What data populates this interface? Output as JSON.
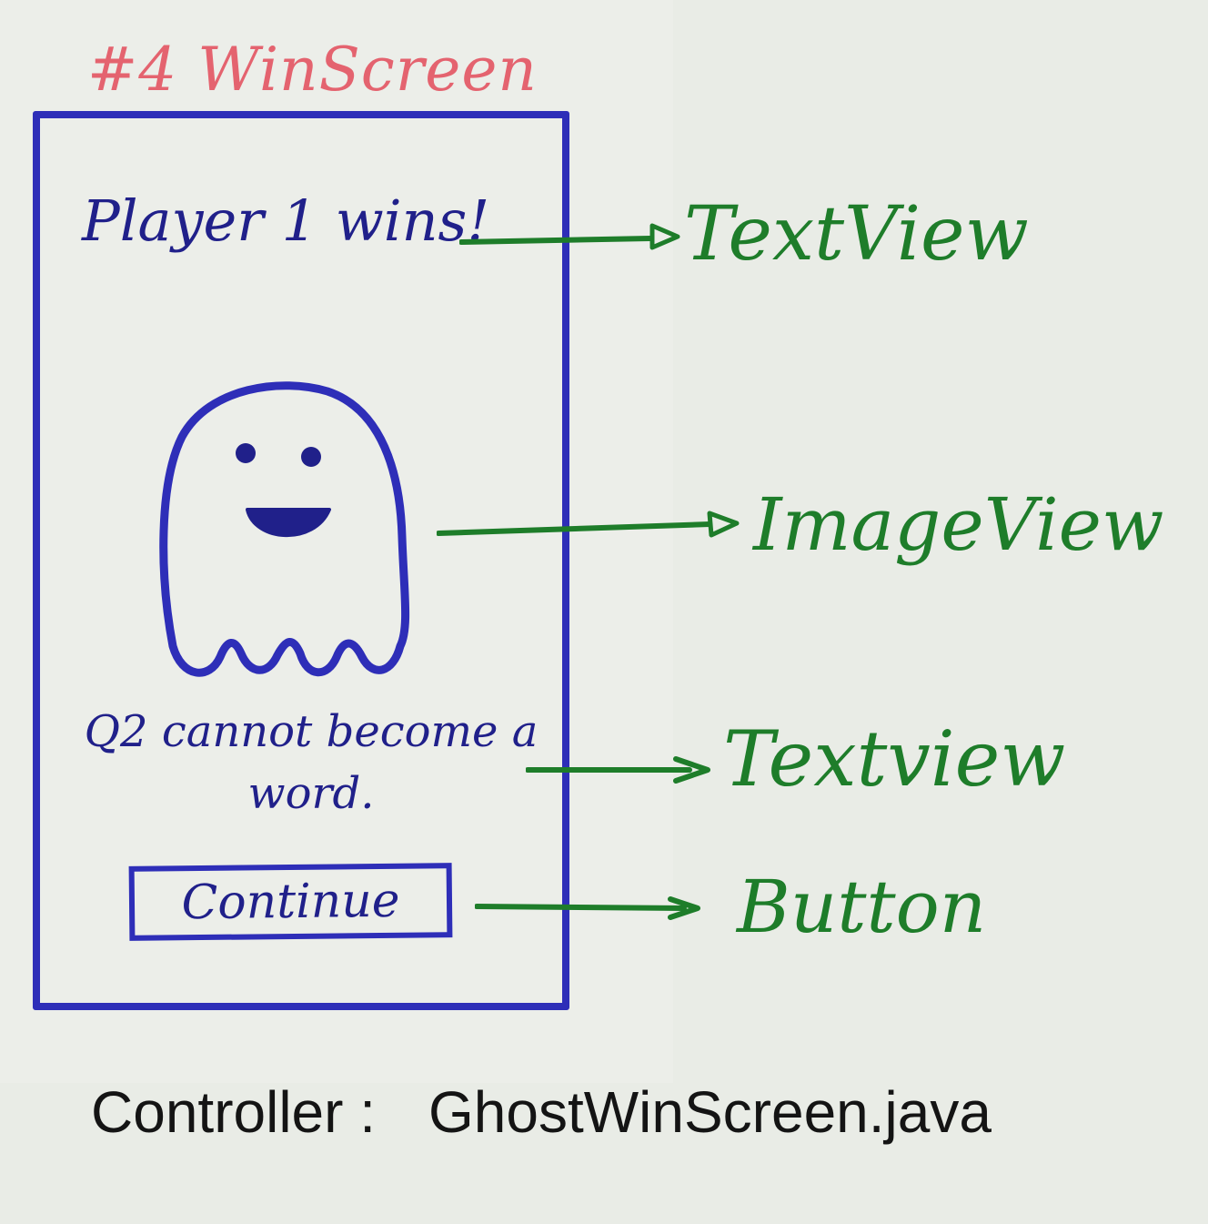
{
  "screen_title": "#4 WinScreen",
  "mockup": {
    "winner_text": "Player 1 wins!",
    "message_text": "Q2 cannot become a word.",
    "button_label": "Continue"
  },
  "annotations": [
    {
      "label": "TextView"
    },
    {
      "label": "ImageView"
    },
    {
      "label": "Textview"
    },
    {
      "label": "Button"
    }
  ],
  "footer": {
    "label": "Controller :",
    "value": "GhostWinScreen.java"
  },
  "colors": {
    "sketch_ink": "#2e2eb8",
    "annotation_ink": "#1e7d2a",
    "title_ink": "#e4636f"
  }
}
